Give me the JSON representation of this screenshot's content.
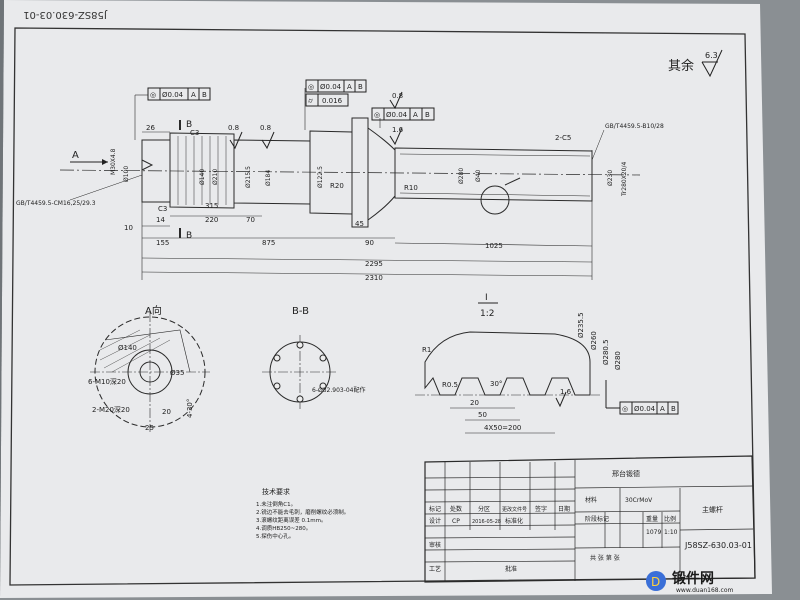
{
  "drawing": {
    "code_top_corner": "J58SZ-630.03-01",
    "general_roughness_label": "其余",
    "general_roughness_value": "6.3",
    "view_A_arrow": "A"
  },
  "main_view": {
    "tolerance_frame_1": {
      "symbol": "◎",
      "value": "Ø0.04",
      "refs": [
        "A",
        "B"
      ]
    },
    "tolerance_frame_2": {
      "symbol": "◎",
      "value": "Ø0.04",
      "refs": [
        "A",
        "B"
      ]
    },
    "tolerance_frame_3": {
      "symbol": "⌭",
      "value": "0.016"
    },
    "tolerance_frame_4": {
      "symbol": "◎",
      "value": "Ø0.04",
      "refs": [
        "A",
        "B"
      ]
    },
    "section_mark": "B",
    "roughness_marks": [
      "0.8",
      "0.8",
      "0.8",
      "1.6"
    ],
    "chamfers": [
      "C3",
      "C3",
      "2-C5"
    ],
    "left_note": "GB/T4459.5-CM16,25/29.3",
    "right_note": "GB/T4459.5-B10/28",
    "diameters": [
      "Ø100",
      "Ø140",
      "Ø215.5",
      "Ø210",
      "Ø184",
      "Ø122.5",
      "Ø280",
      "Ø230",
      "Tr280X20/4",
      "Ø40"
    ],
    "radii": [
      "R20",
      "R10"
    ],
    "dims_lower": [
      "155",
      "875",
      "90",
      "1025"
    ],
    "dims_upper": [
      "14",
      "220",
      "70",
      "315",
      "10",
      "45"
    ],
    "dim_top_left": "26",
    "total_1": "2295",
    "total_2": "2310",
    "center_hole_label": "M30X4.8"
  },
  "view_A": {
    "title": "A向",
    "notes": [
      "Ø140",
      "6-M10深20",
      "2-M20深20",
      "Ø35",
      "4-30°"
    ],
    "dims": [
      "25",
      "20"
    ]
  },
  "view_BB": {
    "title": "B-B",
    "note": "6-Ø32.903-04配作"
  },
  "detail_view": {
    "ref": "I",
    "scale": "1:2",
    "labels": [
      "R1",
      "R0.5",
      "30°",
      "Ø235.5",
      "Ø260",
      "Ø280.5",
      "Ø280"
    ],
    "dims": [
      "20",
      "50",
      "4X50=200"
    ],
    "tolerance": {
      "value": "Ø0.04",
      "refs": [
        "A",
        "B"
      ]
    },
    "roughness": "1.6"
  },
  "tech_requirements": {
    "title": "技术要求",
    "items": [
      "1.未注倒角C1。",
      "2.锐边不能去毛刺，磨削螺纹必须制。",
      "3.滚螺纹距离误差 0.1mm。",
      "4.调质HB250~280。",
      "5.探伤中心孔。"
    ]
  },
  "title_block": {
    "company": "邢台锻德",
    "material_label": "材料",
    "material": "30CrMoV",
    "part_name": "主螺杆",
    "drawing_no": "J58SZ-630.03-01",
    "weight": "1079",
    "scale": "1:10",
    "stage_mark_label": "阶段标记",
    "weight_label": "重量",
    "scale_label": "比例",
    "sheet_label": "共 张 第 张",
    "rev_headers": [
      "标记",
      "处数",
      "分区",
      "更改文件号",
      "签字",
      "日期"
    ],
    "design_label": "设计",
    "designer": "CP",
    "date": "2016-05-28",
    "std_label": "标准化",
    "review_label": "审核",
    "process_label": "工艺",
    "approve_label": "批准"
  },
  "watermark": {
    "text": "锻件网",
    "url": "www.duan168.com"
  }
}
